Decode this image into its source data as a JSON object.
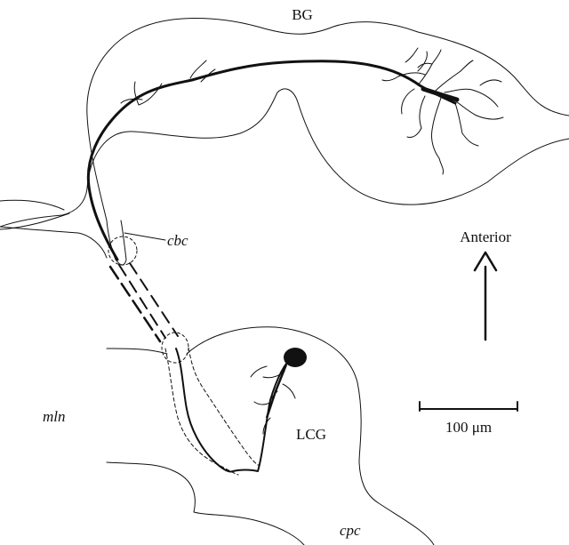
{
  "labels": {
    "bg": "BG",
    "cbc": "cbc",
    "anterior": "Anterior",
    "mln": "mln",
    "lcg": "LCG",
    "cpc": "cpc",
    "scale_bar": "100 μm"
  },
  "colors": {
    "ink": "#111111",
    "background": "#ffffff"
  }
}
